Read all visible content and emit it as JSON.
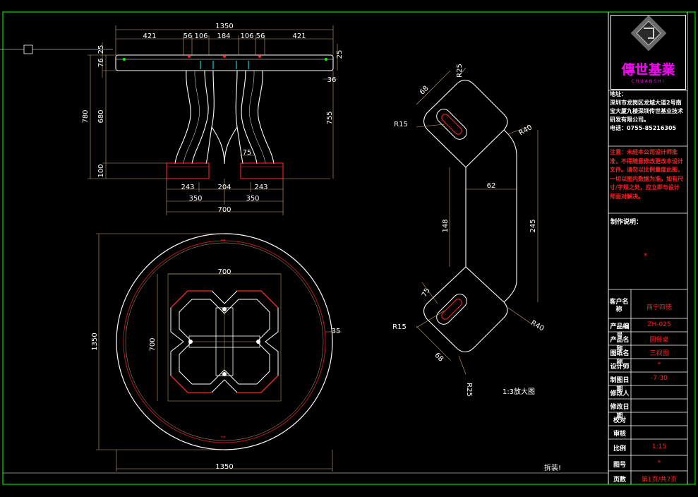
{
  "drawing": {
    "front_view": {
      "dims_top": [
        "1350",
        "421",
        "56",
        "106",
        "184",
        "106",
        "56",
        "421"
      ],
      "dims_left": [
        "25",
        "76",
        "780",
        "680",
        "100"
      ],
      "dims_right": [
        "25",
        "36",
        "755"
      ],
      "dims_bottom": [
        "75",
        "243",
        "204",
        "243",
        "350",
        "350",
        "700"
      ]
    },
    "plan_view": {
      "dims": [
        "700",
        "700",
        "35",
        "1350",
        "1350"
      ]
    },
    "detail_view": {
      "dims": [
        "R25",
        "68",
        "R15",
        "R40",
        "62",
        "148",
        "245",
        "75",
        "R15",
        "R40",
        "68",
        "R25"
      ],
      "caption": "1:3放大图"
    },
    "assembly_note": "拆装!"
  },
  "title_block": {
    "logo_text": "傳世基業",
    "logo_sub": "CHUANSHI",
    "address_label": "地址：",
    "address_text": "深圳市龙岗区龙城大道2号南宝大厦九楼深圳传世基业技术研发有限公司。",
    "phone": "电话：0755-85216305",
    "notice": "注意：未经本公司设计师批准，不得随意修改更改本设计文件。请勿以比例量度此图，一切以图内数据为准。如有尺寸/字规之处，应立即与设计师面对解决。",
    "notes_title": "制作说明：",
    "notes_value": "*",
    "rows": [
      {
        "label": "客户名称",
        "value": "西宁四徳"
      },
      {
        "label": "产品编号",
        "value": "ZH-025"
      },
      {
        "label": "产品名称",
        "value": "圆餐桌"
      },
      {
        "label": "图纸名称",
        "value": "三视图"
      },
      {
        "label": "设计师",
        "value": "*"
      },
      {
        "label": "制图日期",
        "value": "-7-30"
      },
      {
        "label": "修改人",
        "value": ""
      },
      {
        "label": "修改日期",
        "value": ""
      },
      {
        "label": "校对",
        "value": ""
      },
      {
        "label": "审核",
        "value": ""
      },
      {
        "label": "比例",
        "value": "1:15"
      },
      {
        "label": "图号",
        "value": "*"
      },
      {
        "label": "页数",
        "value": "第1页/共7页"
      }
    ]
  },
  "colors": {
    "background": "#000000",
    "border": "#00ff00",
    "outline": "#ffffff",
    "dimension": "#c8a878",
    "accent": "#ff2020",
    "logo": "#ff00ff"
  }
}
